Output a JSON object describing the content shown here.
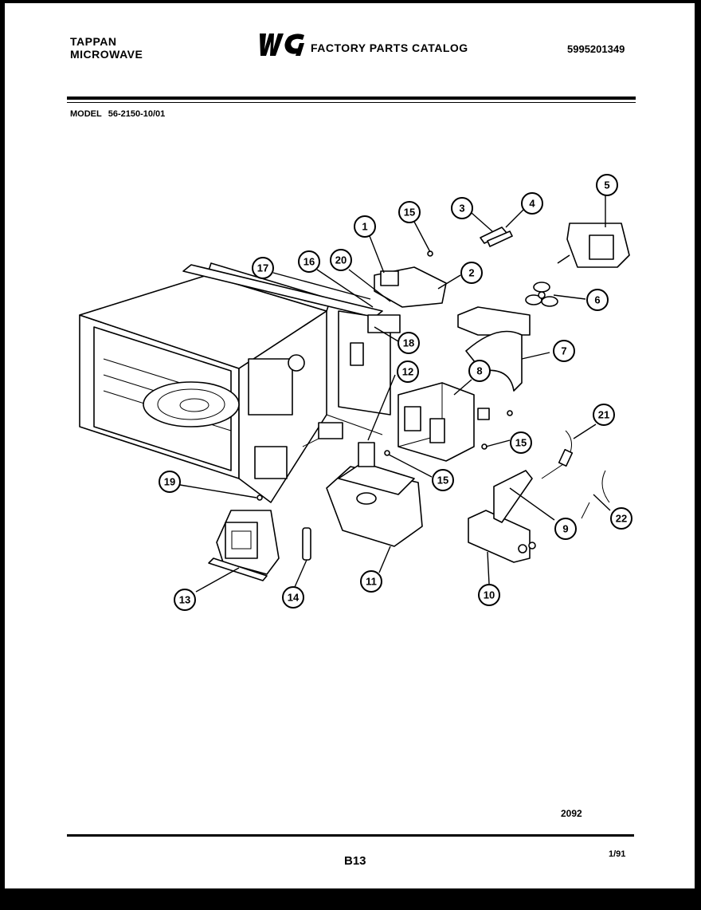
{
  "header": {
    "brand_line1": "TAPPAN",
    "brand_line2": "MICROWAVE",
    "catalog_title": "FACTORY PARTS CATALOG",
    "document_number": "5995201349"
  },
  "model": {
    "label": "MODEL",
    "number": "56-2150-10/01"
  },
  "diagram": {
    "callouts": [
      "1",
      "15",
      "3",
      "4",
      "5",
      "2",
      "6",
      "17",
      "16",
      "20",
      "18",
      "7",
      "12",
      "8",
      "21",
      "15",
      "15",
      "19",
      "9",
      "22",
      "11",
      "13",
      "14",
      "10"
    ]
  },
  "footer": {
    "figure_number": "2092",
    "page": "B13",
    "date": "1/91"
  }
}
